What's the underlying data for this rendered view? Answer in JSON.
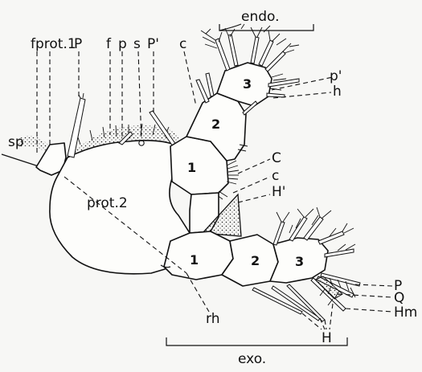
{
  "labels": {
    "endo": "endo.",
    "fprot1": "fprot.1",
    "P_top": "P",
    "f": "f",
    "p": "p",
    "s": "s",
    "P_prime": "P'",
    "c_top": "c",
    "p_prime": "p'",
    "h": "h",
    "sp": "sp",
    "prot2": "prot.2",
    "C": "C",
    "c_mid": "c",
    "H_prime": "H'",
    "P_right": "P",
    "Q": "Q",
    "Hm": "Hm",
    "rh": "rh",
    "H": "H",
    "exo": "exo."
  },
  "segments": {
    "endo_1": "1",
    "endo_2": "2",
    "endo_3": "3",
    "exo_1": "1",
    "exo_2": "2",
    "exo_3": "3"
  }
}
